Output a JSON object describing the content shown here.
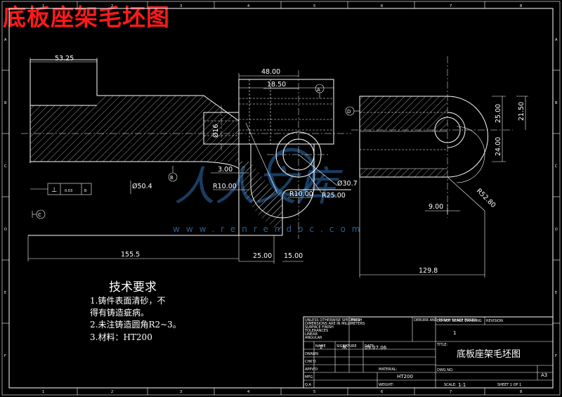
{
  "drawing_title": "底板座架毛坯图",
  "dimensions": {
    "d_53_25": "53.25",
    "d_48": "48.00",
    "d_18_5": "18.50",
    "d_phi16": "Ø16",
    "d_3": "3.00",
    "d_r10_left": "R10.00",
    "d_r10_mid": "R10.00",
    "d_r25": "R25.00",
    "d_phi30_7": "Ø30.7",
    "d_phi50_4": "Ø50.4",
    "d_155_5": "155.5",
    "d_25_bottom": "25.00",
    "d_15": "15.00",
    "d_129_8": "129.8",
    "d_9": "9.00",
    "d_r52_8": "R52.80",
    "d_25_right": "25.00",
    "d_24": "24.00",
    "d_21_5": "21.50"
  },
  "datums": {
    "a": "A",
    "b": "B",
    "c": "C",
    "d": "D"
  },
  "tolerance": {
    "symbol": "⊥",
    "value": "0.03",
    "datum": "B"
  },
  "requirements": {
    "title": "技术要求",
    "line1": "1.铸件表面清砂，不",
    "line2": "得有铸造疵病。",
    "line3": "2.未注铸造圆角R2~3。",
    "line4": "3.材料：HT200"
  },
  "title_block": {
    "part_name": "底板座架毛坯图",
    "material": "HT200",
    "sheet_size": "A3",
    "date": "09.07.06",
    "qty": "1",
    "scale_mark": "1",
    "note_1": "UNLESS OTHERWISE SPECIFIED",
    "note_2": "DIMENSIONS ARE IN MILLIMETERS",
    "note_3": "SURFACE FINISH",
    "note_4": "TOLERANCES",
    "note_5": "LINEAR",
    "note_6": "ANGULAR",
    "col_name": "NAME",
    "col_signature": "SIGNATURE",
    "col_date": "DATE",
    "row_draw": "DRAWN",
    "row_chkd": "CHK'D",
    "row_appvd": "APPV'D",
    "row_mfg": "MFG",
    "row_qa": "Q.A",
    "lbl_finish": "FINISH",
    "lbl_deburr": "DEBURR AND BREAK SHARP EDGES",
    "lbl_noscale": "DO NOT SCALE DRAWING",
    "lbl_revision": "REVISION",
    "lbl_title": "TITLE:",
    "lbl_dwgno": "DWG NO.",
    "lbl_material": "MATERIAL:",
    "lbl_weight": "WEIGHT:",
    "lbl_scale": "SCALE:",
    "scale_val": "1:1",
    "lbl_sheet": "SHEET 1 OF 1",
    "drawn_mark": "2",
    "sig_mark": "从"
  },
  "watermark": {
    "brand": "人人文库",
    "url": "www.renrendoc.com"
  },
  "border_numbers": {
    "top": [
      "1",
      "2",
      "3",
      "4",
      "5",
      "6",
      "7",
      "8"
    ],
    "side": [
      "A",
      "B",
      "C",
      "D",
      "E",
      "F"
    ]
  }
}
